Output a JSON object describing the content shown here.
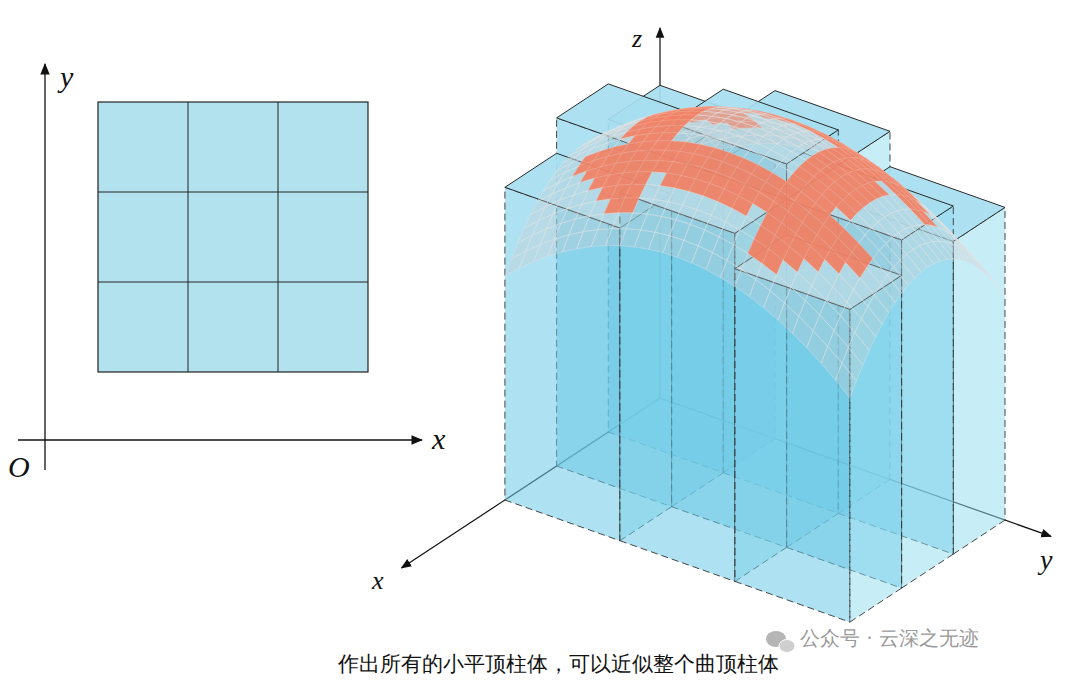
{
  "diagram": {
    "caption": "作出所有的小平顶柱体，可以近似整个曲顶柱体",
    "labels": [
      "y",
      "x",
      "O",
      "z",
      "x",
      "y",
      "公众号 · 云深之无迹"
    ]
  }
}
